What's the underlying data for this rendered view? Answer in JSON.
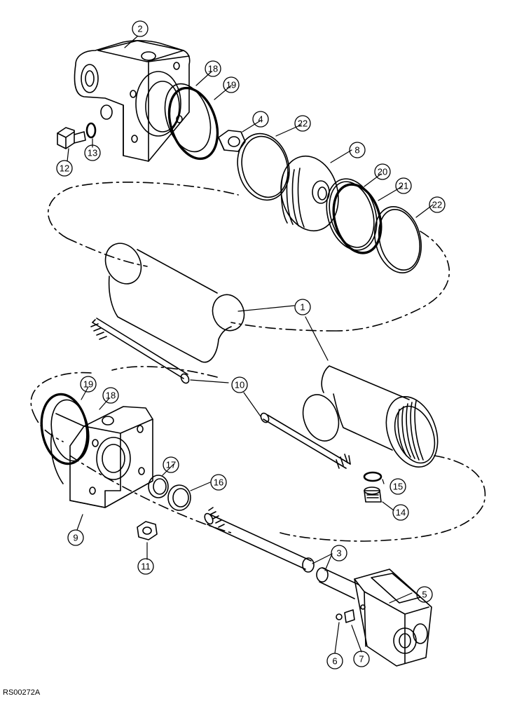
{
  "figure": {
    "reference_code": "RS00272A"
  },
  "callouts": [
    {
      "id": "c2",
      "label": "2"
    },
    {
      "id": "c18a",
      "label": "18"
    },
    {
      "id": "c19a",
      "label": "19"
    },
    {
      "id": "c4",
      "label": "4"
    },
    {
      "id": "c22a",
      "label": "22"
    },
    {
      "id": "c8",
      "label": "8"
    },
    {
      "id": "c20",
      "label": "20"
    },
    {
      "id": "c21",
      "label": "21"
    },
    {
      "id": "c22b",
      "label": "22"
    },
    {
      "id": "c12",
      "label": "12"
    },
    {
      "id": "c13",
      "label": "13"
    },
    {
      "id": "c1",
      "label": "1"
    },
    {
      "id": "c10",
      "label": "10"
    },
    {
      "id": "c19b",
      "label": "19"
    },
    {
      "id": "c18b",
      "label": "18"
    },
    {
      "id": "c17",
      "label": "17"
    },
    {
      "id": "c16",
      "label": "16"
    },
    {
      "id": "c15",
      "label": "15"
    },
    {
      "id": "c14",
      "label": "14"
    },
    {
      "id": "c9",
      "label": "9"
    },
    {
      "id": "c11",
      "label": "11"
    },
    {
      "id": "c3",
      "label": "3"
    },
    {
      "id": "c5",
      "label": "5"
    },
    {
      "id": "c6",
      "label": "6"
    },
    {
      "id": "c7",
      "label": "7"
    }
  ]
}
